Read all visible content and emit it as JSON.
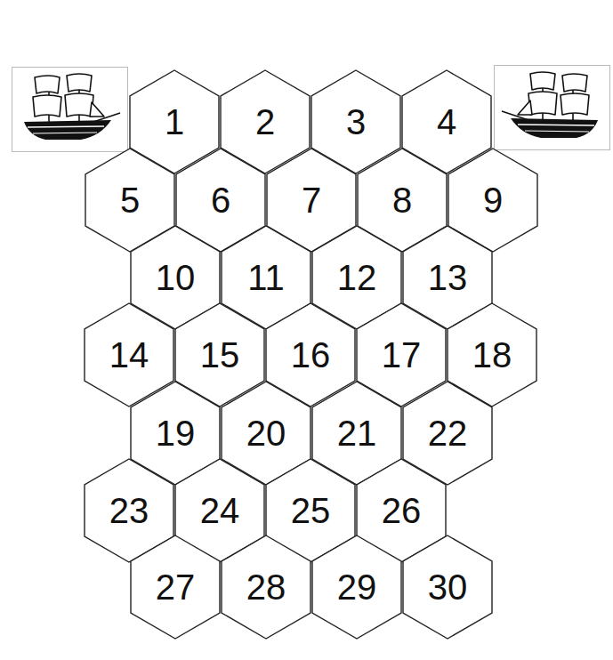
{
  "diagram": {
    "nodes": [
      {
        "text": [
          "1"
        ]
      },
      {
        "text": [
          "2"
        ]
      },
      {
        "text": [
          "3"
        ]
      },
      {
        "text": [
          "4"
        ]
      },
      {
        "text": [
          "5"
        ]
      },
      {
        "text": [
          "6"
        ]
      },
      {
        "text": [
          "7"
        ]
      },
      {
        "text": [
          "8"
        ]
      },
      {
        "text": [
          "9"
        ]
      },
      {
        "text": [
          "10"
        ]
      },
      {
        "text": [
          "11"
        ]
      },
      {
        "text": [
          "12"
        ]
      },
      {
        "text": [
          "13"
        ]
      },
      {
        "text": [
          "14"
        ]
      },
      {
        "text": [
          "15"
        ]
      },
      {
        "text": [
          "16"
        ]
      },
      {
        "text": [
          "17"
        ]
      },
      {
        "text": [
          "18"
        ]
      },
      {
        "text": [
          "19"
        ]
      },
      {
        "text": [
          "20"
        ]
      },
      {
        "text": [
          "21"
        ]
      },
      {
        "text": [
          "22"
        ]
      },
      {
        "text": [
          "23"
        ]
      },
      {
        "text": [
          "24"
        ]
      },
      {
        "text": [
          "25"
        ]
      },
      {
        "text": [
          "26"
        ]
      },
      {
        "text": [
          "27"
        ]
      },
      {
        "text": [
          "28"
        ]
      },
      {
        "text": [
          "29"
        ]
      },
      {
        "text": [
          "30"
        ]
      }
    ]
  }
}
